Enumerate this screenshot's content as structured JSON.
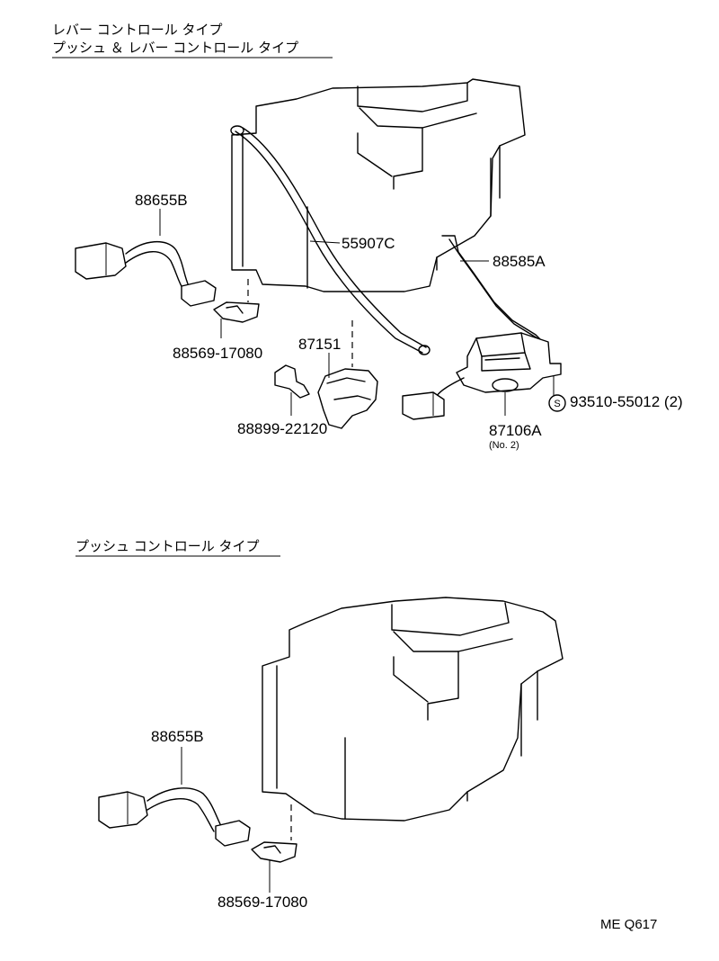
{
  "headings": {
    "lever_type": "レバー コントロール タイプ",
    "push_lever_type": "プッシュ ＆ レバー コントロール タイプ",
    "push_type": "プッシュ コントロール タイプ"
  },
  "parts_top": {
    "harness": "88655B",
    "bracket": "88569-17080",
    "cable": "55907C",
    "rod": "88585A",
    "lever_assy": "87151",
    "clip": "88899-22120",
    "screw_symbol": "S",
    "screw": "93510-55012 (2)",
    "servo": "87106A",
    "servo_note": "(No. 2)"
  },
  "parts_bottom": {
    "harness": "88655B",
    "bracket": "88569-17080"
  },
  "ref_code": "ME Q617"
}
